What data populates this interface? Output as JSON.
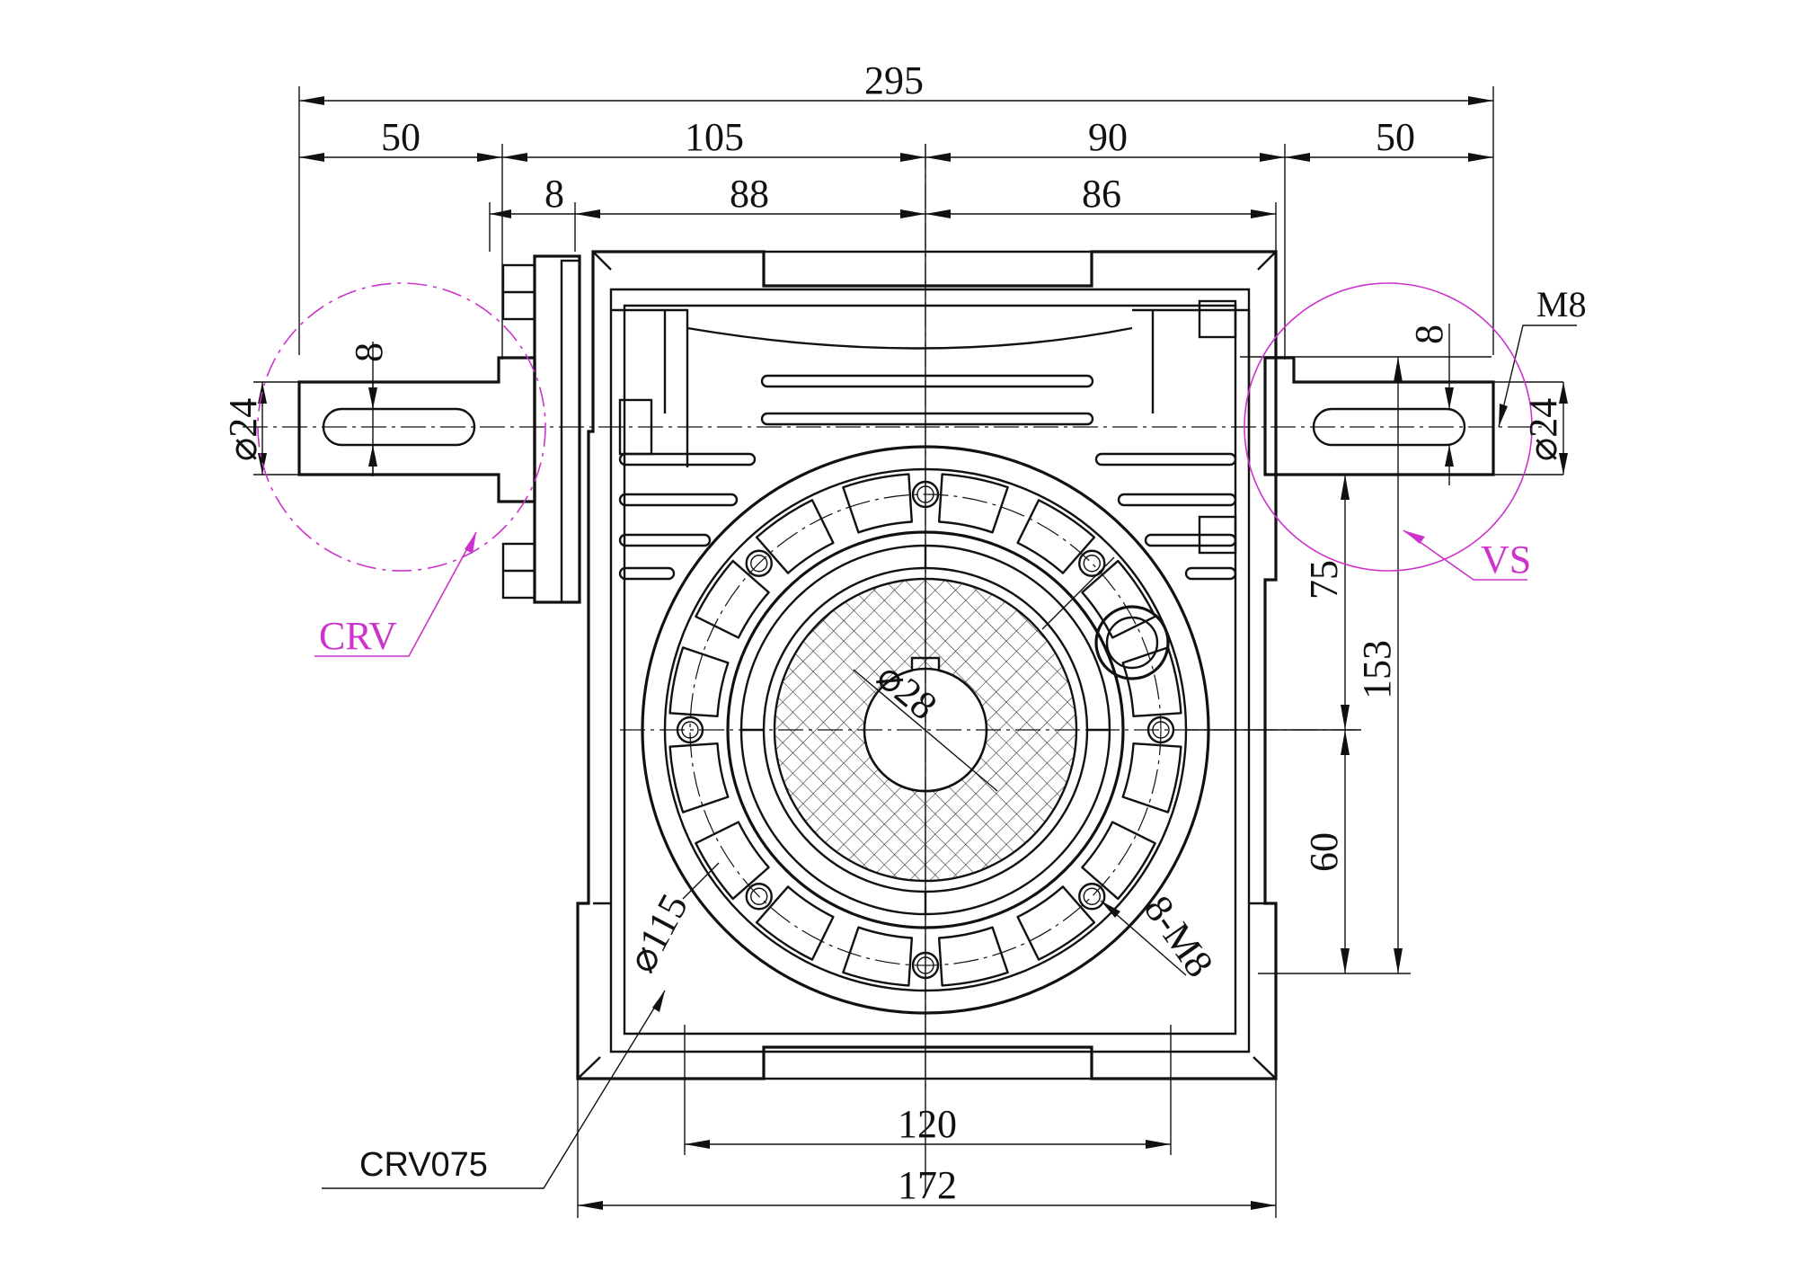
{
  "dimensions": {
    "overall_width": "295",
    "left_shaft": "50",
    "left_to_center": "105",
    "center_to_right": "90",
    "right_shaft": "50",
    "flange_gap": "8",
    "body_left": "88",
    "body_right": "86",
    "key_width_left": "8",
    "key_width_right": "8",
    "shaft_dia_left": "⌀24",
    "shaft_dia_right": "⌀24",
    "thread_right": "M8",
    "height_shaft_to_center": "75",
    "height_shaft_to_base": "153",
    "height_center_to_base": "60",
    "bore_dia": "⌀28",
    "bolt_circle": "⌀115",
    "bolt_holes": "8-M8",
    "base_holes": "120",
    "base_width": "172"
  },
  "labels": {
    "crv": "CRV",
    "vs": "VS",
    "model": "CRV075"
  },
  "colors": {
    "line": "#111111",
    "option": "#cc33cc"
  }
}
